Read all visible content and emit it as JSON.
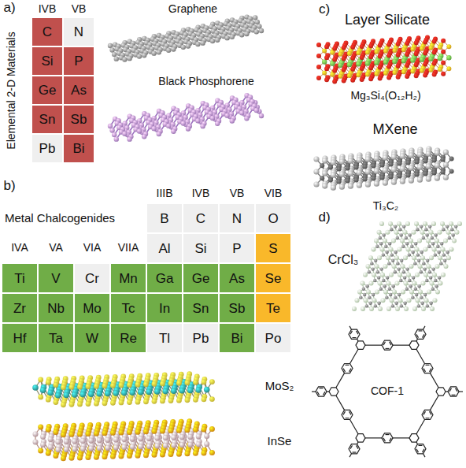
{
  "diagram": {
    "nodes": [
      {
        "text": [
          "C"
        ]
      },
      {
        "text": [
          "N"
        ]
      },
      {
        "text": [
          "Si"
        ]
      },
      {
        "text": [
          "P"
        ]
      },
      {
        "text": [
          "Ge"
        ]
      },
      {
        "text": [
          "As"
        ]
      },
      {
        "text": [
          "Sn"
        ]
      },
      {
        "text": [
          "Sb"
        ]
      },
      {
        "text": [
          "Pb"
        ]
      },
      {
        "text": [
          "Bi"
        ]
      },
      {
        "text": [
          "B"
        ]
      },
      {
        "text": [
          "C"
        ]
      },
      {
        "text": [
          "N"
        ]
      },
      {
        "text": [
          "O"
        ]
      },
      {
        "text": [
          "Al"
        ]
      },
      {
        "text": [
          "Si"
        ]
      },
      {
        "text": [
          "P"
        ]
      },
      {
        "text": [
          "S"
        ]
      },
      {
        "text": [
          "Ti"
        ]
      },
      {
        "text": [
          "V"
        ]
      },
      {
        "text": [
          "Cr"
        ]
      },
      {
        "text": [
          "Mn"
        ]
      },
      {
        "text": [
          "Ga"
        ]
      },
      {
        "text": [
          "Ge"
        ]
      },
      {
        "text": [
          "As"
        ]
      },
      {
        "text": [
          "Se"
        ]
      },
      {
        "text": [
          "Zr"
        ]
      },
      {
        "text": [
          "Nb"
        ]
      },
      {
        "text": [
          "Mo"
        ]
      },
      {
        "text": [
          "Tc"
        ]
      },
      {
        "text": [
          "In"
        ]
      },
      {
        "text": [
          "Sn"
        ]
      },
      {
        "text": [
          "Sb"
        ]
      },
      {
        "text": [
          "Te"
        ]
      },
      {
        "text": [
          "Hf"
        ]
      },
      {
        "text": [
          "Ta"
        ]
      },
      {
        "text": [
          "W"
        ]
      },
      {
        "text": [
          "Re"
        ]
      },
      {
        "text": [
          "Tl"
        ]
      },
      {
        "text": [
          "Pb"
        ]
      },
      {
        "text": [
          "Bi"
        ]
      },
      {
        "text": [
          "Po"
        ]
      }
    ],
    "labels": [
      "a)",
      "IVB",
      "VB",
      "Elemental 2-D Materials",
      "Graphene",
      "Black Phosphorene",
      "c)",
      "Layer Silicate",
      "Mg₃Si₄(O₁₂H₂)",
      "MXene",
      "Ti₃C₂",
      "b)",
      "IIIB",
      "IVB",
      "VB",
      "VIB",
      "Metal Chalcogenides",
      "IVA",
      "VA",
      "VIA",
      "VIIA",
      "CrCl₃",
      "d)",
      "MoS₂",
      "InSe",
      "COF-1"
    ]
  }
}
